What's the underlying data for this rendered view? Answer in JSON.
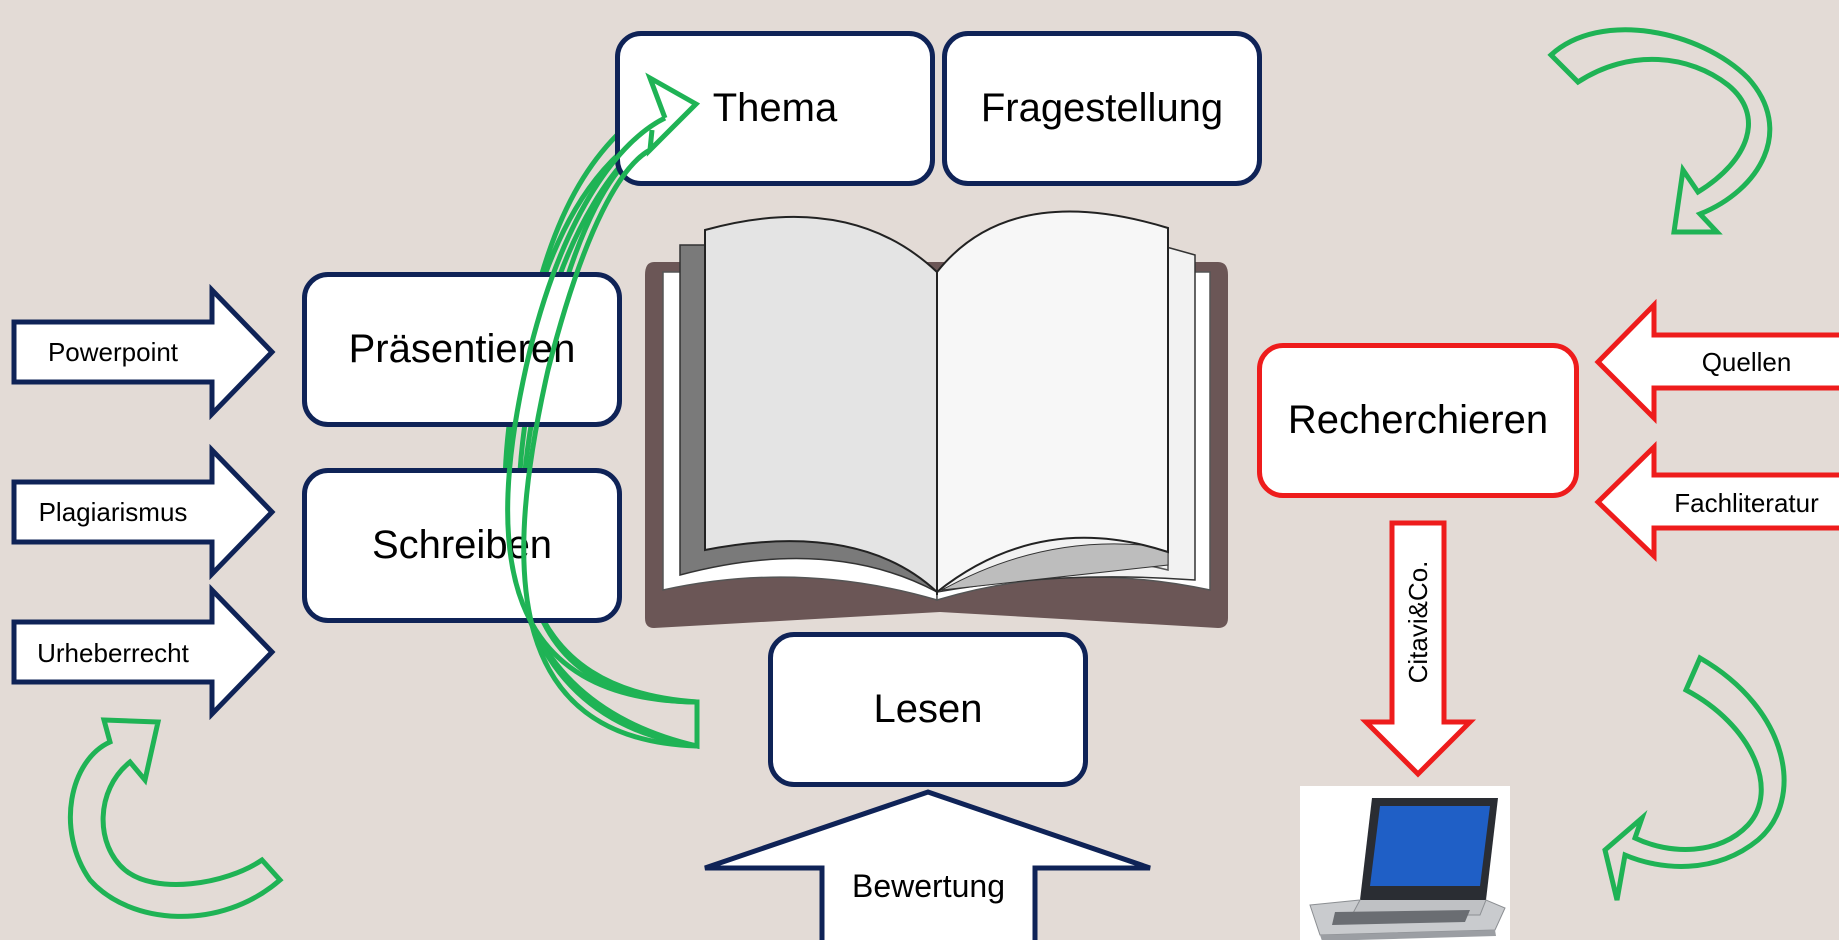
{
  "colors": {
    "background": "#e3dbd6",
    "box_border": "#0f2357",
    "highlight_red": "#ee1c1c",
    "cycle_green": "#1fb355",
    "book_cover": "#6b5656"
  },
  "nodes": {
    "thema": "Thema",
    "fragestellung": "Fragestellung",
    "praesentieren": "Präsentieren",
    "schreiben": "Schreiben",
    "recherchieren": "Recherchieren",
    "lesen": "Lesen"
  },
  "arrows": {
    "powerpoint": "Powerpoint",
    "plagiarismus": "Plagiarismus",
    "urheberrecht": "Urheberrecht",
    "quellen": "Quellen",
    "fachliteratur": "Fachliteratur",
    "citavi": "Citavi&Co.",
    "bewertung": "Bewertung"
  },
  "icons": [
    "open-book-icon",
    "laptop-icon",
    "cycle-arrow-icon"
  ]
}
